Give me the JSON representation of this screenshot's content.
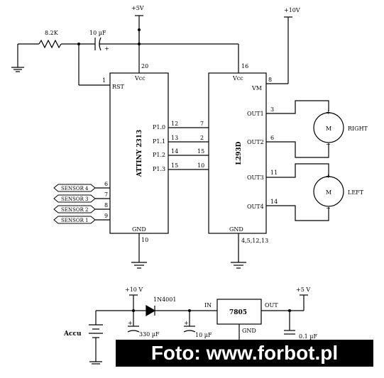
{
  "supply": {
    "plus5v": "+5V",
    "plus10v": "+10V"
  },
  "passives": {
    "resistor": "8.2K",
    "cap_timer": "10 µF",
    "cap_plus": "+"
  },
  "mcu": {
    "name": "ATTINY 2313",
    "rst": "RST",
    "vcc": "Vcc",
    "gnd": "GND",
    "pins": [
      "P1.0",
      "P1.1",
      "P1.2",
      "P1.3"
    ],
    "pin_nums": [
      "12",
      "13",
      "14",
      "15"
    ],
    "rst_pin": "1",
    "vcc_pin": "20",
    "gnd_pin": "10",
    "sensor_pins": [
      "6",
      "7",
      "8",
      "9"
    ]
  },
  "sensors": [
    "SENSOR 4",
    "SENSOR 3",
    "SENSOR 2",
    "SENSOR 1"
  ],
  "driver": {
    "name": "L293D",
    "vcc": "Vcc",
    "vm": "VM",
    "gnd": "GND",
    "in_pins": [
      "7",
      "2",
      "15",
      "10"
    ],
    "vcc_pin": "16",
    "vm_pin": "8",
    "gnd_pins": "4,5,12,13",
    "outs": [
      "OUT1",
      "OUT2",
      "OUT3",
      "OUT4"
    ],
    "out_pins": [
      "3",
      "6",
      "11",
      "14"
    ]
  },
  "motors": [
    {
      "symbol": "M",
      "label": "RIGHT",
      "plus": "+",
      "minus": "−"
    },
    {
      "symbol": "M",
      "label": "LEFT",
      "plus": "+",
      "minus": "−"
    }
  ],
  "power_supply": {
    "in_supply": "+10 V",
    "out_supply": "+5 V",
    "diode": "1N4001",
    "regulator": "7805",
    "in": "IN",
    "out": "OUT",
    "gnd": "GND",
    "battery": "Accu",
    "cap1": "330 µF",
    "cap2": "10 µF",
    "cap3": "0.1 µF",
    "plus": "+"
  },
  "watermark": "Foto: www.forbot.pl"
}
